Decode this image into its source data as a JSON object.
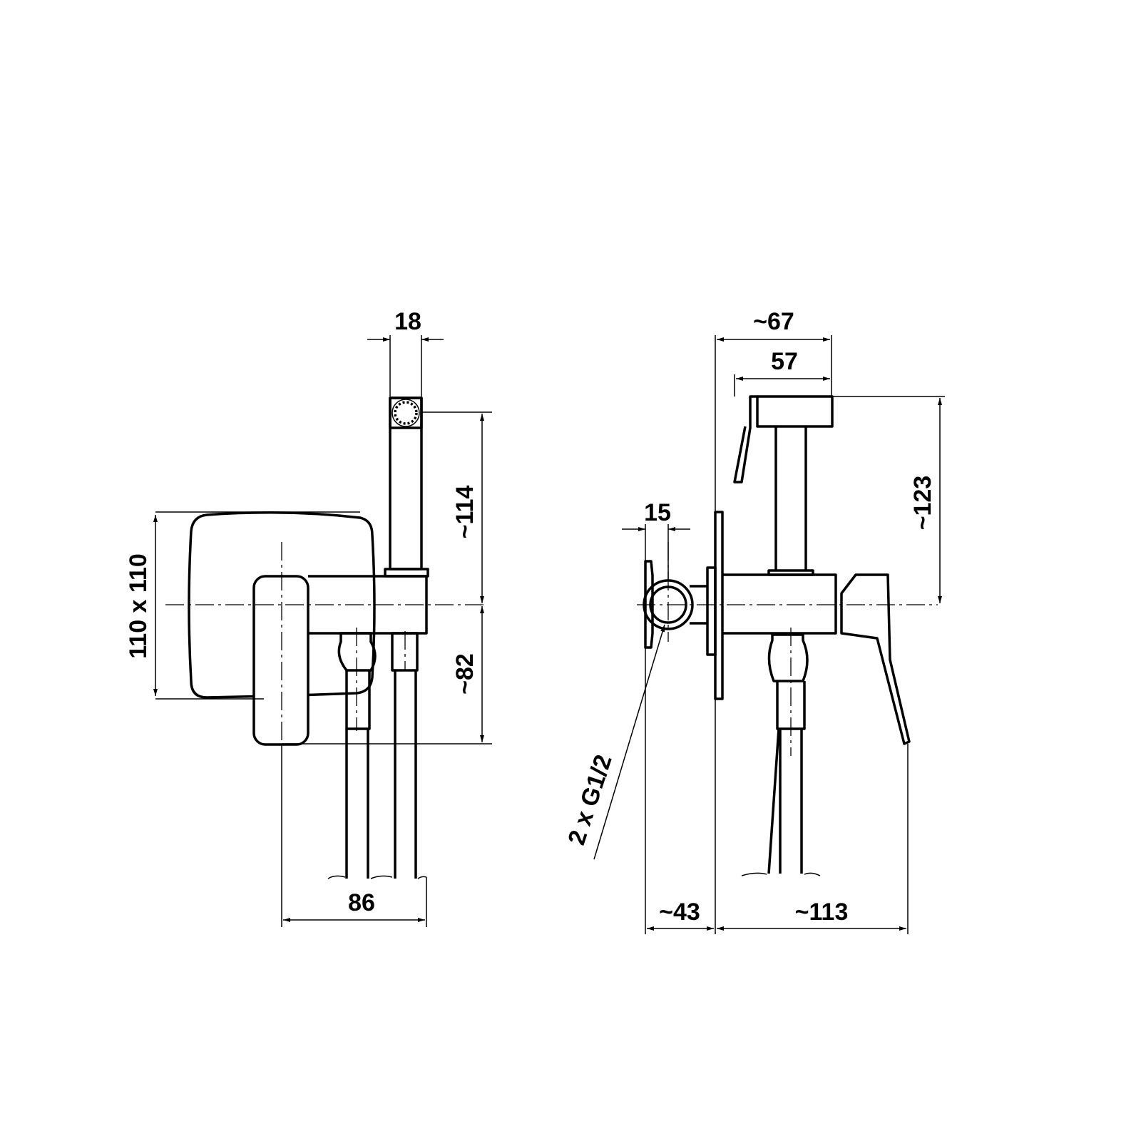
{
  "drawing": {
    "front_view": {
      "dims": {
        "plate": "110 x 110",
        "head_width": "18",
        "upper_height": "~114",
        "lower_height": "~82",
        "width": "86"
      }
    },
    "side_view": {
      "dims": {
        "connector": "15",
        "overall_depth": "~67",
        "head_depth": "57",
        "height": "~123",
        "wall_depth": "~43",
        "lever_depth": "~113",
        "thread": "2 x G1/2"
      }
    }
  }
}
